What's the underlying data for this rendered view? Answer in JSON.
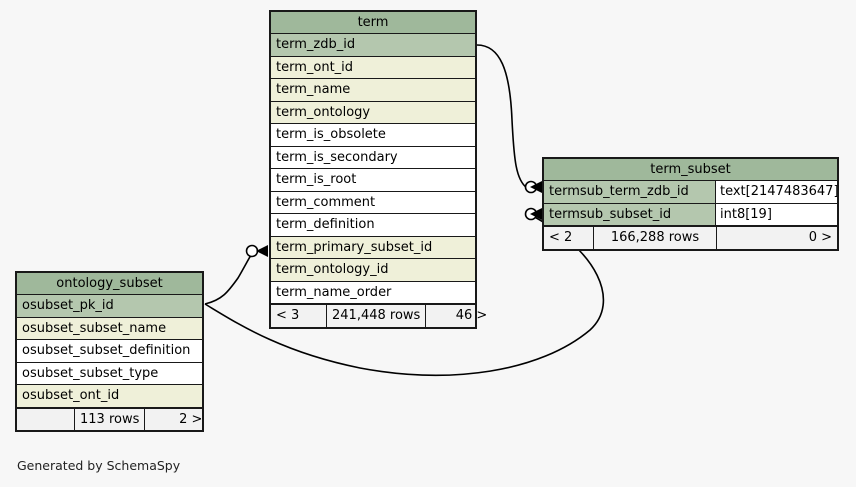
{
  "diagram": {
    "caption": "Generated by SchemaSpy",
    "background_color": "#f7f7f7",
    "colors": {
      "header": "#9fb89b",
      "primary_key_row": "#b4c7ae",
      "foreign_key_row": "#eff0d9",
      "plain_row": "#ffffff",
      "footer": "#f2f2f2",
      "border": "#191919",
      "edge": "#000000"
    }
  },
  "tables": [
    {
      "id": "term",
      "name": "term",
      "columns": [
        {
          "name": "term_zdb_id",
          "kind": "pk",
          "type": ""
        },
        {
          "name": "term_ont_id",
          "kind": "fk",
          "type": ""
        },
        {
          "name": "term_name",
          "kind": "fk",
          "type": ""
        },
        {
          "name": "term_ontology",
          "kind": "fk",
          "type": ""
        },
        {
          "name": "term_is_obsolete",
          "kind": "plain",
          "type": ""
        },
        {
          "name": "term_is_secondary",
          "kind": "plain",
          "type": ""
        },
        {
          "name": "term_is_root",
          "kind": "plain",
          "type": ""
        },
        {
          "name": "term_comment",
          "kind": "plain",
          "type": ""
        },
        {
          "name": "term_definition",
          "kind": "plain",
          "type": ""
        },
        {
          "name": "term_primary_subset_id",
          "kind": "fk",
          "type": ""
        },
        {
          "name": "term_ontology_id",
          "kind": "fk",
          "type": ""
        },
        {
          "name": "term_name_order",
          "kind": "plain",
          "type": ""
        }
      ],
      "footer": {
        "left": "< 3",
        "middle": "241,448 rows",
        "right": "46 >"
      }
    },
    {
      "id": "term_subset",
      "name": "term_subset",
      "columns": [
        {
          "name": "termsub_term_zdb_id",
          "kind": "pk",
          "type": "text[2147483647]"
        },
        {
          "name": "termsub_subset_id",
          "kind": "pk",
          "type": "int8[19]"
        }
      ],
      "footer": {
        "left": "< 2",
        "middle": "166,288 rows",
        "right": "0 >"
      }
    },
    {
      "id": "ontology_subset",
      "name": "ontology_subset",
      "columns": [
        {
          "name": "osubset_pk_id",
          "kind": "pk",
          "type": ""
        },
        {
          "name": "osubset_subset_name",
          "kind": "fk",
          "type": ""
        },
        {
          "name": "osubset_subset_definition",
          "kind": "plain",
          "type": ""
        },
        {
          "name": "osubset_subset_type",
          "kind": "plain",
          "type": ""
        },
        {
          "name": "osubset_ont_id",
          "kind": "fk",
          "type": ""
        }
      ],
      "footer": {
        "left": "",
        "middle": "113 rows",
        "right": "2 >"
      }
    }
  ],
  "relationships": [
    {
      "id": "term-to-term-subset",
      "from_table": "term",
      "from_column": "term_zdb_id",
      "to_table": "term_subset",
      "to_column": "termsub_term_zdb_id",
      "from_marker": "none",
      "to_marker": "zero-or-more"
    },
    {
      "id": "ontology-subset-to-term-subset",
      "from_table": "ontology_subset",
      "from_column": "osubset_pk_id",
      "to_table": "term_subset",
      "to_column": "termsub_subset_id",
      "from_marker": "none",
      "to_marker": "zero-or-more"
    },
    {
      "id": "ontology-subset-to-term",
      "from_table": "ontology_subset",
      "from_column": "osubset_pk_id",
      "to_table": "term",
      "to_column": "term_primary_subset_id",
      "from_marker": "none",
      "to_marker": "zero-or-more"
    }
  ]
}
